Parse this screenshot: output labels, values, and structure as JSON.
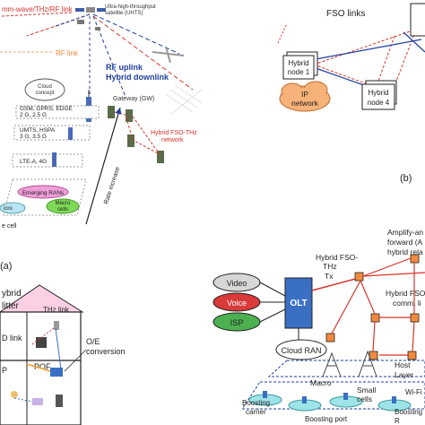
{
  "panel_labels": {
    "a": "(a)",
    "b": "(b)"
  },
  "colors": {
    "red_link": "#d9342b",
    "blue_link": "#1f3f9f",
    "orange_node": "#f08a3e",
    "cloud_fill": "#f7b27a",
    "olt_fill": "#3a6fc4",
    "video_fill": "#d7d7d7",
    "voice_fill": "#d93a3a",
    "isp_fill": "#4caf50"
  },
  "top_left": {
    "mmwave_link": "mm-wave/THz/RF link",
    "satellite": [
      "Ultra-high-throughput",
      "satellite (UHTS)"
    ],
    "rf_link": "RF link",
    "rf_uplink": "RF uplink",
    "hybrid_downlink": "Hybrid downlink",
    "gateway": "Gateway (GW)",
    "cloud_concept": [
      "Cloud",
      "concept"
    ],
    "gsm": [
      "GSM, GPRS, EDGE",
      "2 G, 2.5 G"
    ],
    "umts": [
      "UMTS, HSPA",
      "3 G, 3.5 G"
    ],
    "lte": "LTE-A, 4G",
    "hybrid_fso_thz": [
      "Hybrid FSO-THz",
      "network"
    ],
    "emerging_rans": "Emerging RANs",
    "rate_increase": "Rate increase",
    "micro": "icro",
    "macro": [
      "Macro",
      "cells"
    ],
    "cell_suffix": "e cell"
  },
  "top_right": {
    "fso_links": "FSO links",
    "hybrid_node_1": [
      "Hybrid",
      "node 1"
    ],
    "hybrid_node_4": [
      "Hybrid",
      "node 4"
    ],
    "ip_network": [
      "IP",
      "network"
    ]
  },
  "bottom_left": {
    "hybrid": "ybrid",
    "splitter": "litter",
    "thz_link": "THz link",
    "d_link": "D link",
    "oe_conversion": [
      "O/E",
      "conversion"
    ],
    "pof": "POF"
  },
  "bottom_right": {
    "video": "Video",
    "voice": "Voice",
    "isp": "ISP",
    "olt": "OLT",
    "cloud_ran": "Cloud RAN",
    "hybrid_fso_thz_tx": [
      "Hybrid FSO-",
      "THz",
      "Tx"
    ],
    "amplify_forward": [
      "Amplify-an",
      "forward (A",
      "hybrid rela"
    ],
    "hybrid_fso_comm": [
      "Hybrid FSO",
      "comm. li"
    ],
    "host_layer": [
      "Host",
      "Layer"
    ],
    "macro": "Macro",
    "small_cells": [
      "Small",
      "cells"
    ],
    "boosting_carrier": [
      "Boosting",
      "carrier"
    ],
    "boosting_port": "Boosting port",
    "boosting_r": [
      "Boosting",
      "R"
    ],
    "wifi": "Wi-Fi"
  }
}
